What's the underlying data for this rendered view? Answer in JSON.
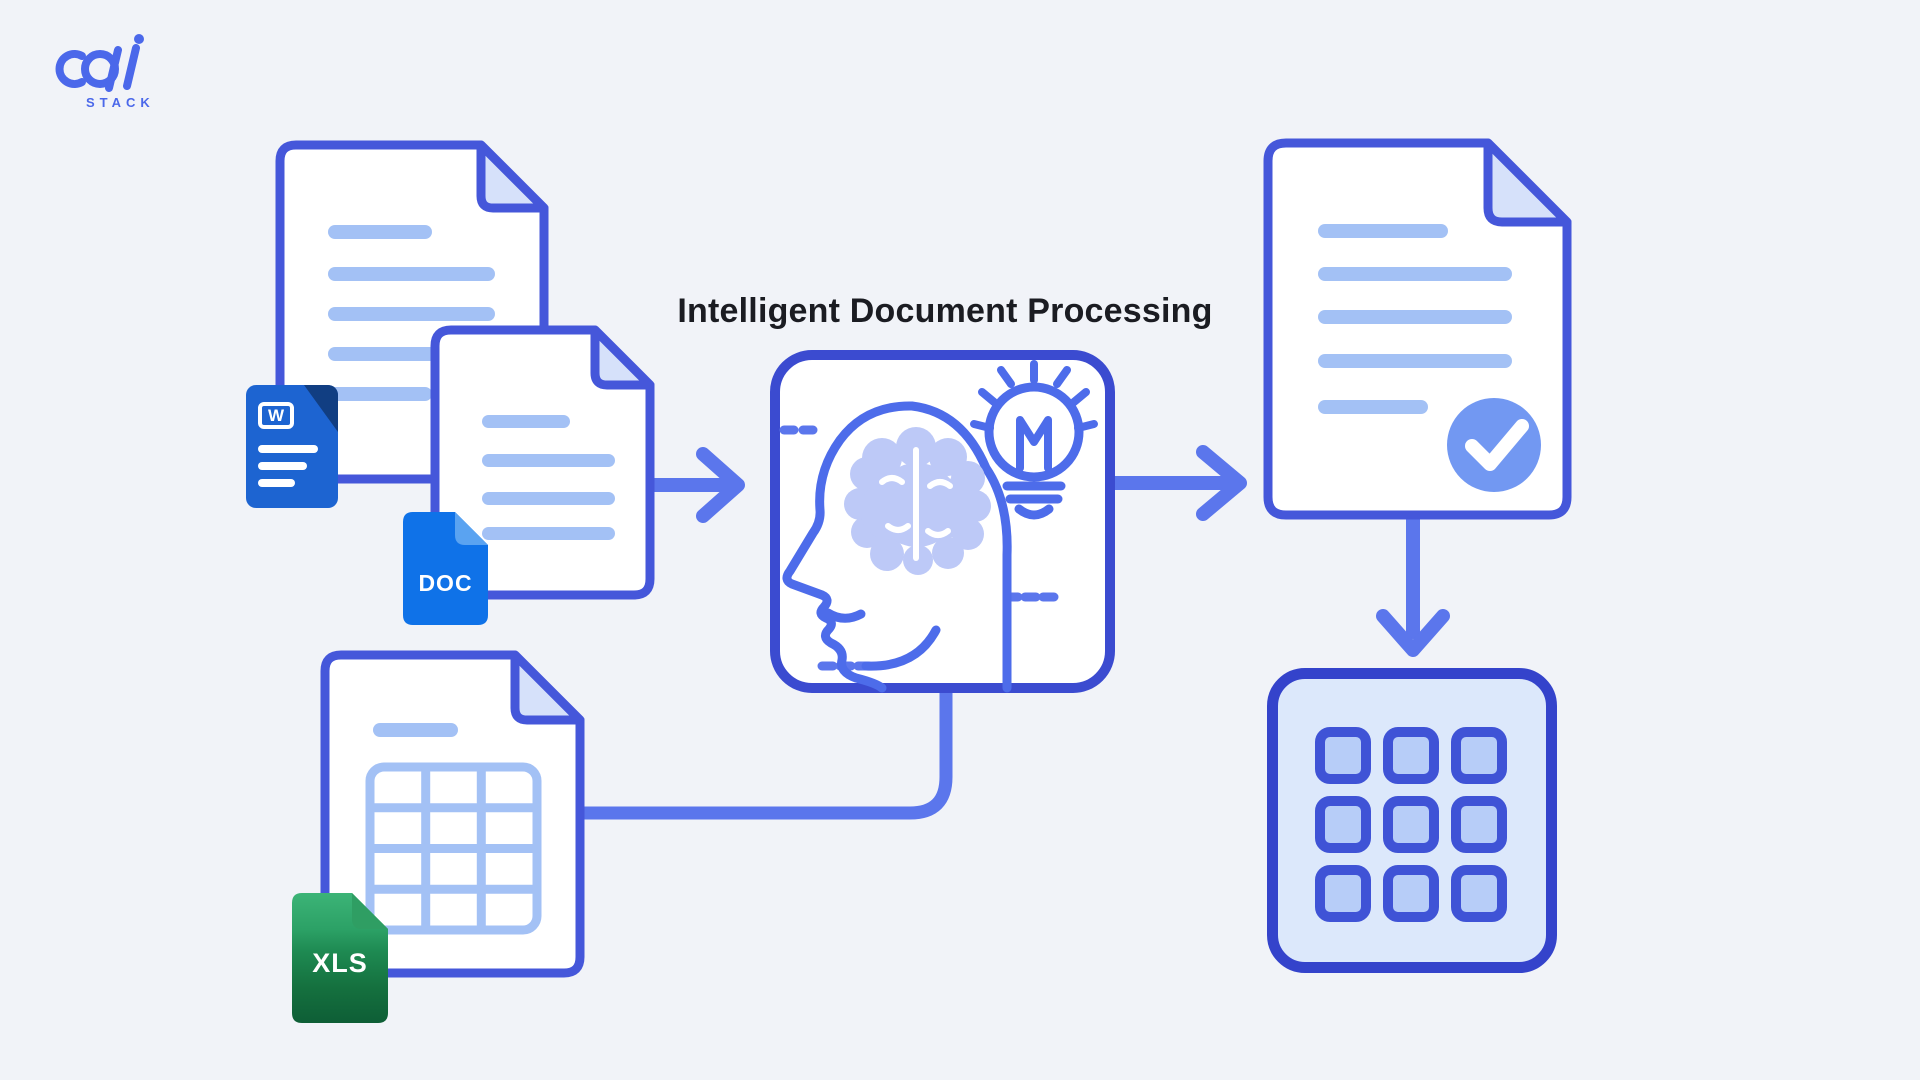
{
  "logo": {
    "brand": "cai",
    "sub": "STACK",
    "color": "#4b68ea"
  },
  "title": {
    "text": "Intelligent Document Processing"
  },
  "file_badges": {
    "word": "W",
    "doc": "DOC",
    "xls": "XLS"
  },
  "icons": [
    "word-file-icon",
    "doc-file-icon",
    "xls-file-icon",
    "document-icon",
    "spreadsheet-document-icon",
    "head-brain-icon",
    "lightbulb-icon",
    "checkmark-badge-icon",
    "data-grid-icon",
    "arrow-right-icon",
    "arrow-down-icon"
  ],
  "colors": {
    "background": "#f1f3f8",
    "document_outline": "#4557da",
    "processor_outline": "#3b4bd0",
    "grid_outline": "#3443cb",
    "arrow": "#5b76ec",
    "text_line": "#a3c1f5",
    "fold_fill": "#d6e1fa",
    "brain_fill": "#bdc9f7",
    "head_stroke": "#4d6cea",
    "check_badge": "#7298f2",
    "grid_fill": "#dce8fb",
    "grid_cell_fill": "#b7cdf8",
    "word_blue": "#1d64d1",
    "word_dark_fold": "#113e82",
    "doc_blue": "#0f72e8",
    "doc_fold": "#5aa3f1",
    "xls_green_top": "#3cb477",
    "xls_green_bottom": "#0e5e36",
    "logo_blue": "#4b68ea",
    "title_color": "#1b1c22"
  }
}
